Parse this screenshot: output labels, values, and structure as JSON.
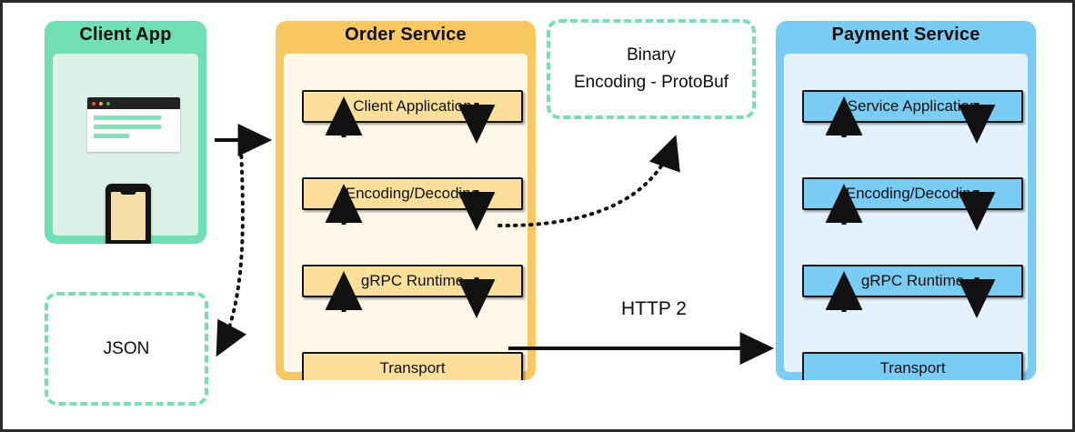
{
  "diagram": {
    "title": "gRPC communication between Order Service and Payment Service",
    "colors": {
      "client_accent": "#6ee0b4",
      "client_body": "#dcf2e8",
      "order_accent": "#f9c75f",
      "order_body": "#fdf8e8",
      "order_layer": "#fbdf9a",
      "payment_accent": "#79cdf5",
      "payment_body": "#e3f2fd",
      "note_border": "#76dfb4",
      "arrow": "#111111",
      "frame": "#2a2a2a"
    }
  },
  "client_app": {
    "title": "Client App",
    "icons": [
      "browser-window-icon",
      "mobile-phone-icon"
    ],
    "browser_dots": [
      "#e8503a",
      "#f0b429",
      "#4caf50"
    ]
  },
  "order_service": {
    "title": "Order Service",
    "layers": [
      {
        "label": "Client Application"
      },
      {
        "label": "Encoding/Decoding"
      },
      {
        "label": "gRPC Runtime"
      },
      {
        "label": "Transport"
      }
    ]
  },
  "payment_service": {
    "title": "Payment Service",
    "layers": [
      {
        "label": "Service Application"
      },
      {
        "label": "Encoding/Decoding"
      },
      {
        "label": "gRPC Runtime"
      },
      {
        "label": "Transport"
      }
    ]
  },
  "notes": {
    "protobuf": {
      "line1": "Binary",
      "line2": "Encoding - ProtoBuf"
    },
    "json": {
      "label": "JSON"
    }
  },
  "connections": {
    "client_to_order": {
      "style": "solid-arrow"
    },
    "order_to_json": {
      "style": "dotted-curved-arrow"
    },
    "order_to_protobuf": {
      "style": "dotted-curved-arrow"
    },
    "transport_link": {
      "label": "HTTP 2",
      "style": "solid-arrow"
    }
  }
}
